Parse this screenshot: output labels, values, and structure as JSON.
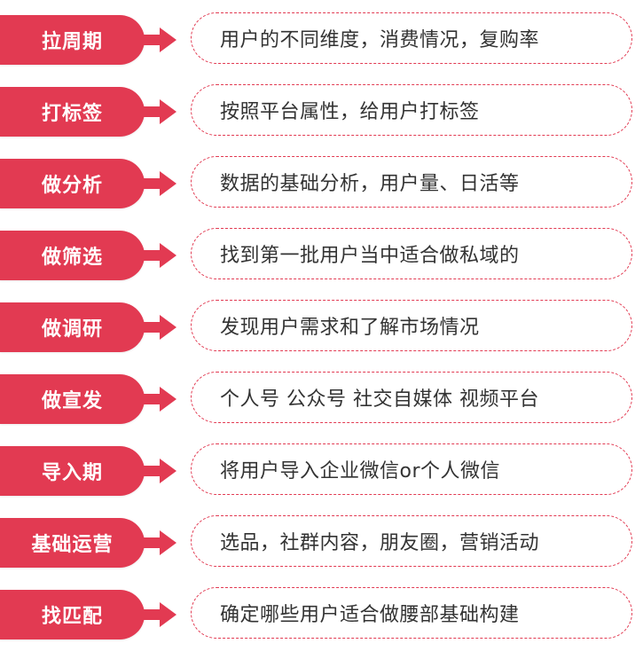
{
  "colors": {
    "accent": "#e23a52",
    "text": "#333333",
    "background": "#ffffff"
  },
  "steps": [
    {
      "label": "拉周期",
      "description": "用户的不同维度，消费情况，复购率"
    },
    {
      "label": "打标签",
      "description": "按照平台属性，给用户打标签"
    },
    {
      "label": "做分析",
      "description": "数据的基础分析，用户量、日活等"
    },
    {
      "label": "做筛选",
      "description": "找到第一批用户当中适合做私域的"
    },
    {
      "label": "做调研",
      "description": "发现用户需求和了解市场情况"
    },
    {
      "label": "做宣发",
      "description": "个人号 公众号 社交自媒体 视频平台"
    },
    {
      "label": "导入期",
      "description": "将用户导入企业微信or个人微信"
    },
    {
      "label": "基础运营",
      "description": "选品，社群内容，朋友圈，营销活动"
    },
    {
      "label": "找匹配",
      "description": "确定哪些用户适合做腰部基础构建"
    }
  ]
}
